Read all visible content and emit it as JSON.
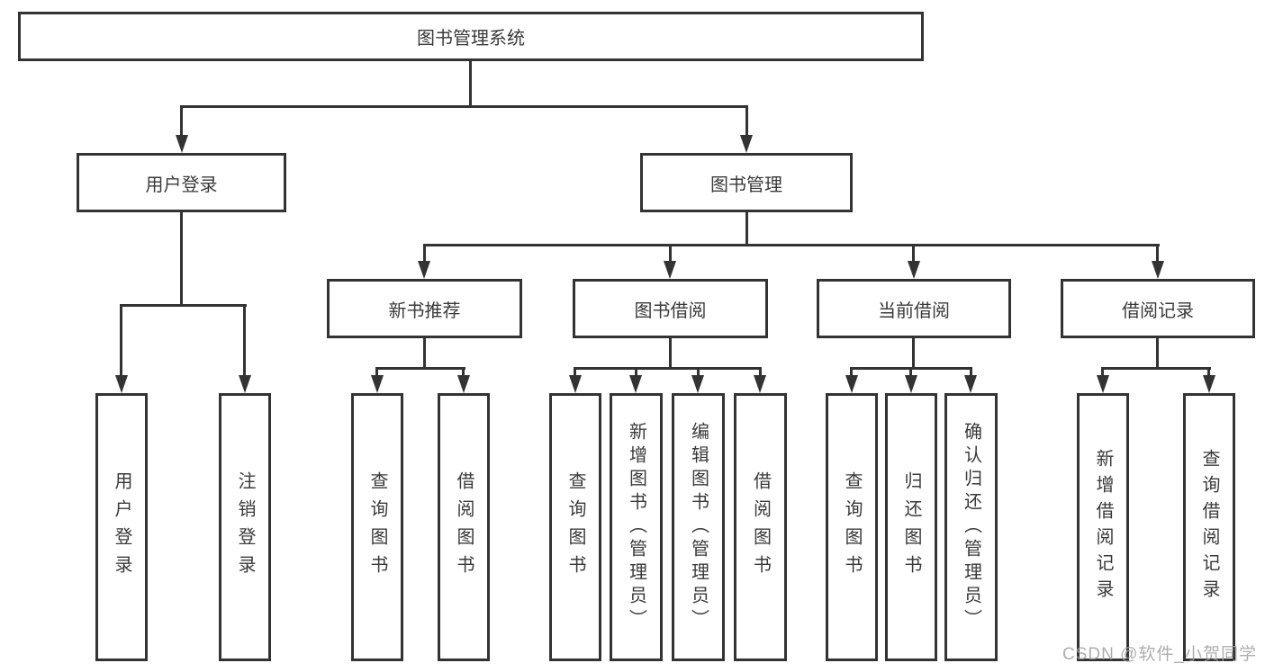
{
  "page": {
    "background": "#ffffff"
  },
  "colors": {
    "line": "#333333",
    "text": "#3a3a3a",
    "watermark": "#a0a0a0"
  },
  "watermark": {
    "text": "CSDN @软件_小贺同学"
  },
  "diagram": {
    "type": "tree",
    "root": {
      "label": "图书管理系统"
    },
    "branches": [
      {
        "label": "用户登录",
        "children": [
          {
            "label": "用户登录"
          },
          {
            "label": "注销登录"
          }
        ]
      },
      {
        "label": "图书管理",
        "children": [
          {
            "label": "新书推荐",
            "children": [
              {
                "label": "查询图书"
              },
              {
                "label": "借阅图书"
              }
            ]
          },
          {
            "label": "图书借阅",
            "children": [
              {
                "label": "查询图书"
              },
              {
                "label": "新增图书（管理员）"
              },
              {
                "label": "编辑图书（管理员）"
              },
              {
                "label": "借阅图书"
              }
            ]
          },
          {
            "label": "当前借阅",
            "children": [
              {
                "label": "查询图书"
              },
              {
                "label": "归还图书"
              },
              {
                "label": "确认归还（管理员）"
              }
            ]
          },
          {
            "label": "借阅记录",
            "children": [
              {
                "label": "新增借阅记录"
              },
              {
                "label": "查询借阅记录"
              }
            ]
          }
        ]
      }
    ]
  }
}
